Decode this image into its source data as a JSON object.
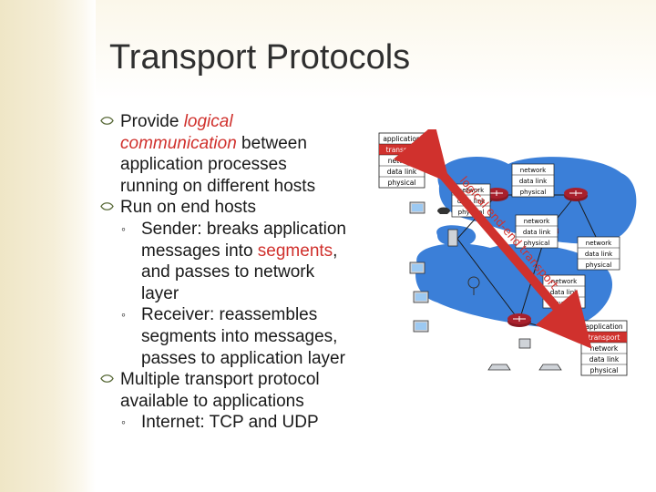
{
  "slide": {
    "title": "Transport Protocols",
    "bullets": {
      "b1": {
        "highlight": "Provide logical communication",
        "l1": "logical",
        "l2_pre": "communication",
        "l2_post": " between",
        "l3": "application processes",
        "l4": "running on different hosts"
      },
      "b2": {
        "text": "Run on end hosts",
        "sub1": {
          "l1": "Sender: breaks application",
          "l2_pre": "messages into ",
          "l2_red": "segments",
          "l2_post": ",",
          "l3": "and passes to network",
          "l4": "layer"
        },
        "sub2": {
          "l1": "Receiver: reassembles",
          "l2": "segments into messages,",
          "l3": "passes to application layer"
        }
      },
      "b3": {
        "l1": "Multiple transport protocol",
        "l2": "available to applications",
        "sub1": "Internet: TCP and UDP"
      },
      "b1_prefix": "Provide "
    },
    "figure": {
      "stack_left": [
        "application",
        "transport",
        "network",
        "data link",
        "physical"
      ],
      "stack_right": [
        "application",
        "transport",
        "network",
        "data link",
        "physical"
      ],
      "router_stack": [
        "network",
        "data link",
        "physical"
      ],
      "arrow_label": "logical end-end transport",
      "colors": {
        "highlight": "#d0312d",
        "cloud": "#3b7fd8",
        "router": "#a8202c"
      }
    }
  }
}
